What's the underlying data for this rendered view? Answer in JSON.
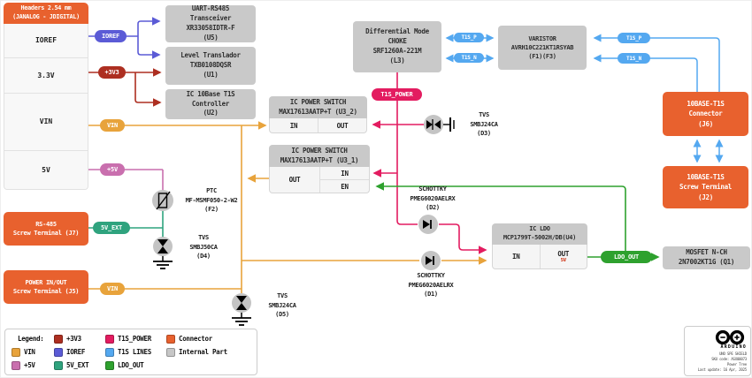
{
  "header": {
    "title": "Headers 2.54 mm\n(JANALOG - JDIGITAL)",
    "pins": [
      {
        "label": "IOREF"
      },
      {
        "label": "3.3V"
      },
      {
        "label": "VIN"
      },
      {
        "label": "5V"
      }
    ]
  },
  "components": {
    "u5": "UART-RS485\nTransceiver\nXR33058IDTR-F\n(U5)",
    "u1": "Level Translador\nTXB0108DQSR\n(U1)",
    "u2": "IC 10Base T1S\nController\n(U2)",
    "l3": "Differential Mode\nCHOKE\nSRF1260A-221M\n(L3)",
    "f1f3": "VARISTOR\nAVRH10C221KT1RSYAB\n(F1)(F3)",
    "u3_2": {
      "title": "IC POWER SWITCH\nMAX17613AATP+T (U3_2)",
      "in": "IN",
      "out": "OUT"
    },
    "u3_1": {
      "title": "IC POWER SWITCH\nMAX17613AATP+T (U3_1)",
      "out": "OUT",
      "in": "IN",
      "en": "EN"
    },
    "u4": {
      "title": "IC LDO\nMCP1799T-5002H/DB(U4)",
      "in": "IN",
      "out": "OUT",
      "out_voltage": "5V"
    },
    "q1": "MOSFET N-CH\n2N7002KT1G (Q1)",
    "j6": "10BASE-T1S\nConnector\n(J6)",
    "j2": "10BASE-T1S\nScrew Terminal\n(J2)",
    "j7": "RS-485\nScrew Terminal (J7)",
    "j5": "POWER IN/OUT\nScrew Terminal (J5)",
    "f2": "PTC\nMF-MSMF050-2-W2\n(F2)",
    "d1": "SCHOTTKY\nPMEG6020AELRX\n(D1)",
    "d2": "SCHOTTKY\nPMEG6020AELRX\n(D2)",
    "d3": "TVS\nSMBJ24CA\n(D3)",
    "d4": "TVS\nSMBJ50CA\n(D4)",
    "d5": "TVS\nSMBJ24CA\n(D5)"
  },
  "pills": {
    "ioref": {
      "label": "IOREF",
      "color": "#5b5bd6"
    },
    "p3v3": {
      "label": "+3V3",
      "color": "#ad2f21"
    },
    "vin": {
      "label": "VIN",
      "color": "#e8a33b"
    },
    "p5v": {
      "label": "+5V",
      "color": "#c96fae"
    },
    "v5ext": {
      "label": "5V_EXT",
      "color": "#2fa37e"
    },
    "vin2": {
      "label": "VIN",
      "color": "#e8a33b"
    },
    "t1s_power": {
      "label": "T1S_POWER",
      "color": "#e31c60"
    },
    "t1s_p": {
      "label": "T1S_P",
      "color": "#54a8f0"
    },
    "t1s_n": {
      "label": "T1S_N",
      "color": "#54a8f0"
    },
    "t1s_p2": {
      "label": "T1S_P",
      "color": "#54a8f0"
    },
    "t1s_n2": {
      "label": "T1S_N",
      "color": "#54a8f0"
    },
    "ldo_out": {
      "label": "LDO_OUT",
      "color": "#2ea12e"
    }
  },
  "legend": {
    "title": "Legend:",
    "items": [
      {
        "label": "+3V3",
        "color": "#ad2f21"
      },
      {
        "label": "T1S_POWER",
        "color": "#e31c60"
      },
      {
        "label": "Connector",
        "color": "#e8612e"
      },
      {
        "label": "VIN",
        "color": "#e8a33b"
      },
      {
        "label": "IOREF",
        "color": "#5b5bd6"
      },
      {
        "label": "T1S LINES",
        "color": "#54a8f0"
      },
      {
        "label": "Internal Part",
        "color": "#c6c6c6"
      },
      {
        "label": "+5V",
        "color": "#c96fae"
      },
      {
        "label": "5V_EXT",
        "color": "#2fa37e"
      },
      {
        "label": "LDO_OUT",
        "color": "#2ea12e"
      }
    ]
  },
  "branding": {
    "name": "ARDUINO",
    "info": "UNO SPE SHIELD\nSKU code: ASX00073\nPower Tree\nLast update: 16 Apr, 2025"
  },
  "colors": {
    "internal_part": "#c9c9c9",
    "connector": "#e8612e",
    "cell_fill": "#f5f5f5"
  }
}
